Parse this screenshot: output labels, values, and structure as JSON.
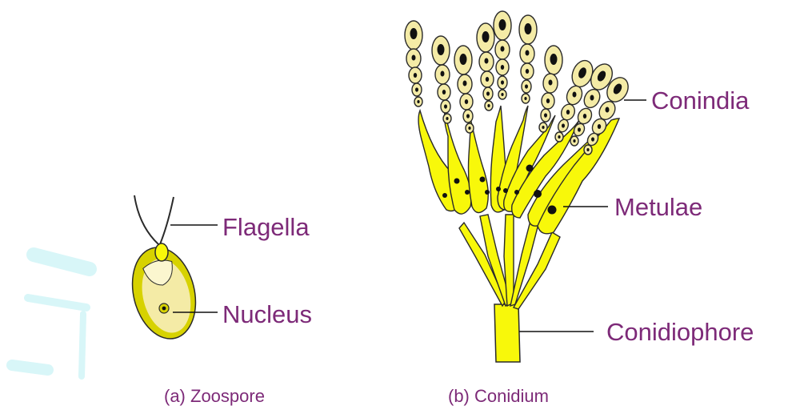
{
  "zoospore": {
    "labels": {
      "flagella": "Flagella",
      "nucleus": "Nucleus"
    },
    "caption": "(a) Zoospore"
  },
  "conidium": {
    "labels": {
      "conidia": "Conindia",
      "metulae": "Metulae",
      "conidiophore": "Conidiophore"
    },
    "caption": "(b) Conidium"
  },
  "colors": {
    "label_text": "#7d2a78",
    "leader_line": "#111111",
    "cell_fill": "#f8f80a",
    "cell_outline": "#2a2a2a",
    "spore_fill": "#f4eba6",
    "spore_wall": "#d7d200",
    "nucleus": "#111111",
    "background_stroke": "#d8f6f8"
  }
}
